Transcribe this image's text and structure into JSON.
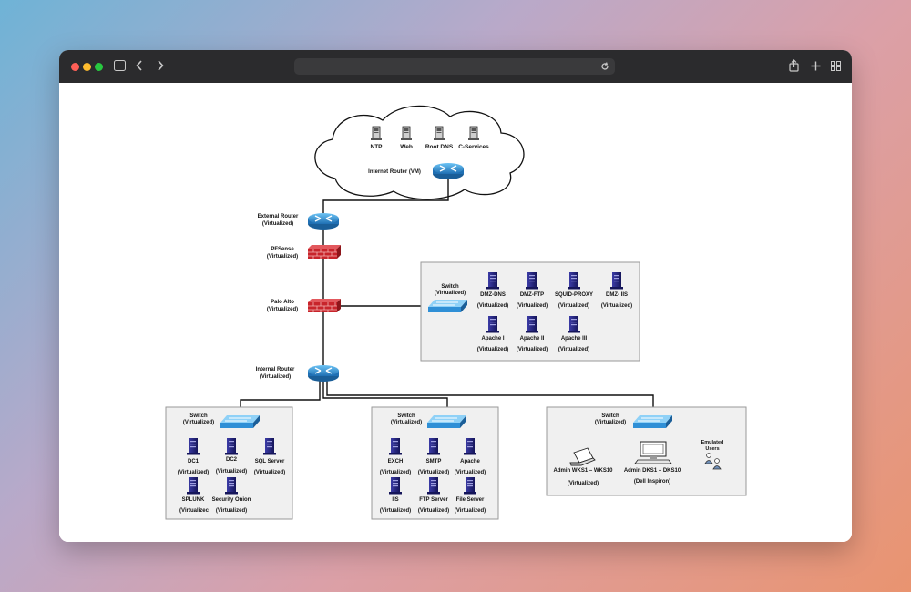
{
  "browser": {
    "sidebar_icon": "sidebar-icon",
    "back_icon": "chevron-left-icon",
    "forward_icon": "chevron-right-icon",
    "reload_icon": "reload-icon",
    "share_icon": "share-icon",
    "new_tab_icon": "plus-icon",
    "tabs_icon": "tabs-grid-icon"
  },
  "diagram": {
    "cloud_servers": [
      "NTP",
      "Web",
      "Root DNS",
      "C-Services"
    ],
    "internet_router": "Internet Router (VM)",
    "external_router": [
      "External Router",
      "(Virtualized)"
    ],
    "pfsense": [
      "PFSense",
      "(Virtualized)"
    ],
    "palo_alto": [
      "Palo Alto",
      "(Virtualized)"
    ],
    "internal_router": [
      "Internal Router",
      "(Virtualized)"
    ],
    "dmz": {
      "switch": [
        "Switch",
        "(Virtualized)"
      ],
      "servers": [
        {
          "name": "DMZ-DNS",
          "sub": "(Virtualized)"
        },
        {
          "name": "DMZ-FTP",
          "sub": "(Virtualized)"
        },
        {
          "name": "SQUID-PROXY",
          "sub": "(Virtualized)"
        },
        {
          "name": "DMZ- IIS",
          "sub": "(Virtualized)"
        },
        {
          "name": "Apache I",
          "sub": "(Virtualized)"
        },
        {
          "name": "Apache II",
          "sub": "(Virtualized)"
        },
        {
          "name": "Apache III",
          "sub": "(Virtualized)"
        }
      ]
    },
    "left": {
      "switch": [
        "Switch",
        "(Virtualized)"
      ],
      "servers": [
        {
          "name": "DC1",
          "sub": "(Virtualized)"
        },
        {
          "name": "DC2",
          "sub": "(Virtualized)"
        },
        {
          "name": "SQL Server",
          "sub": "(Virtualized)"
        },
        {
          "name": "SPLUNK",
          "sub": "(Virtualizec"
        },
        {
          "name": "Security Onion",
          "sub": "(Virtualized)"
        }
      ]
    },
    "middle": {
      "switch": [
        "Switch",
        "(Virtualized)"
      ],
      "servers": [
        {
          "name": "EXCH",
          "sub": "(Virtualized)"
        },
        {
          "name": "SMTP",
          "sub": "(Virtualized)"
        },
        {
          "name": "Apache",
          "sub": "(Virtualized)"
        },
        {
          "name": "IIS",
          "sub": "(Virtualized)"
        },
        {
          "name": "FTP Server",
          "sub": "(Virtualized)"
        },
        {
          "name": "File Server",
          "sub": "(Virtualized)"
        }
      ]
    },
    "right": {
      "switch": [
        "Switch",
        "(Virtualized)"
      ],
      "laptop": [
        "Admin WKS1 – WKS10",
        "(Virtualized)"
      ],
      "desktop": [
        "Admin DKS1 – DKS10",
        "(Dell Inspiron)"
      ],
      "users": [
        "Emulated",
        "Users"
      ]
    }
  },
  "colors": {
    "router": "#2f8fd6",
    "switch": "#3a9ad9",
    "firewall": "#c8242b",
    "server": "#23237a",
    "box_fill": "#f0f0f0"
  }
}
